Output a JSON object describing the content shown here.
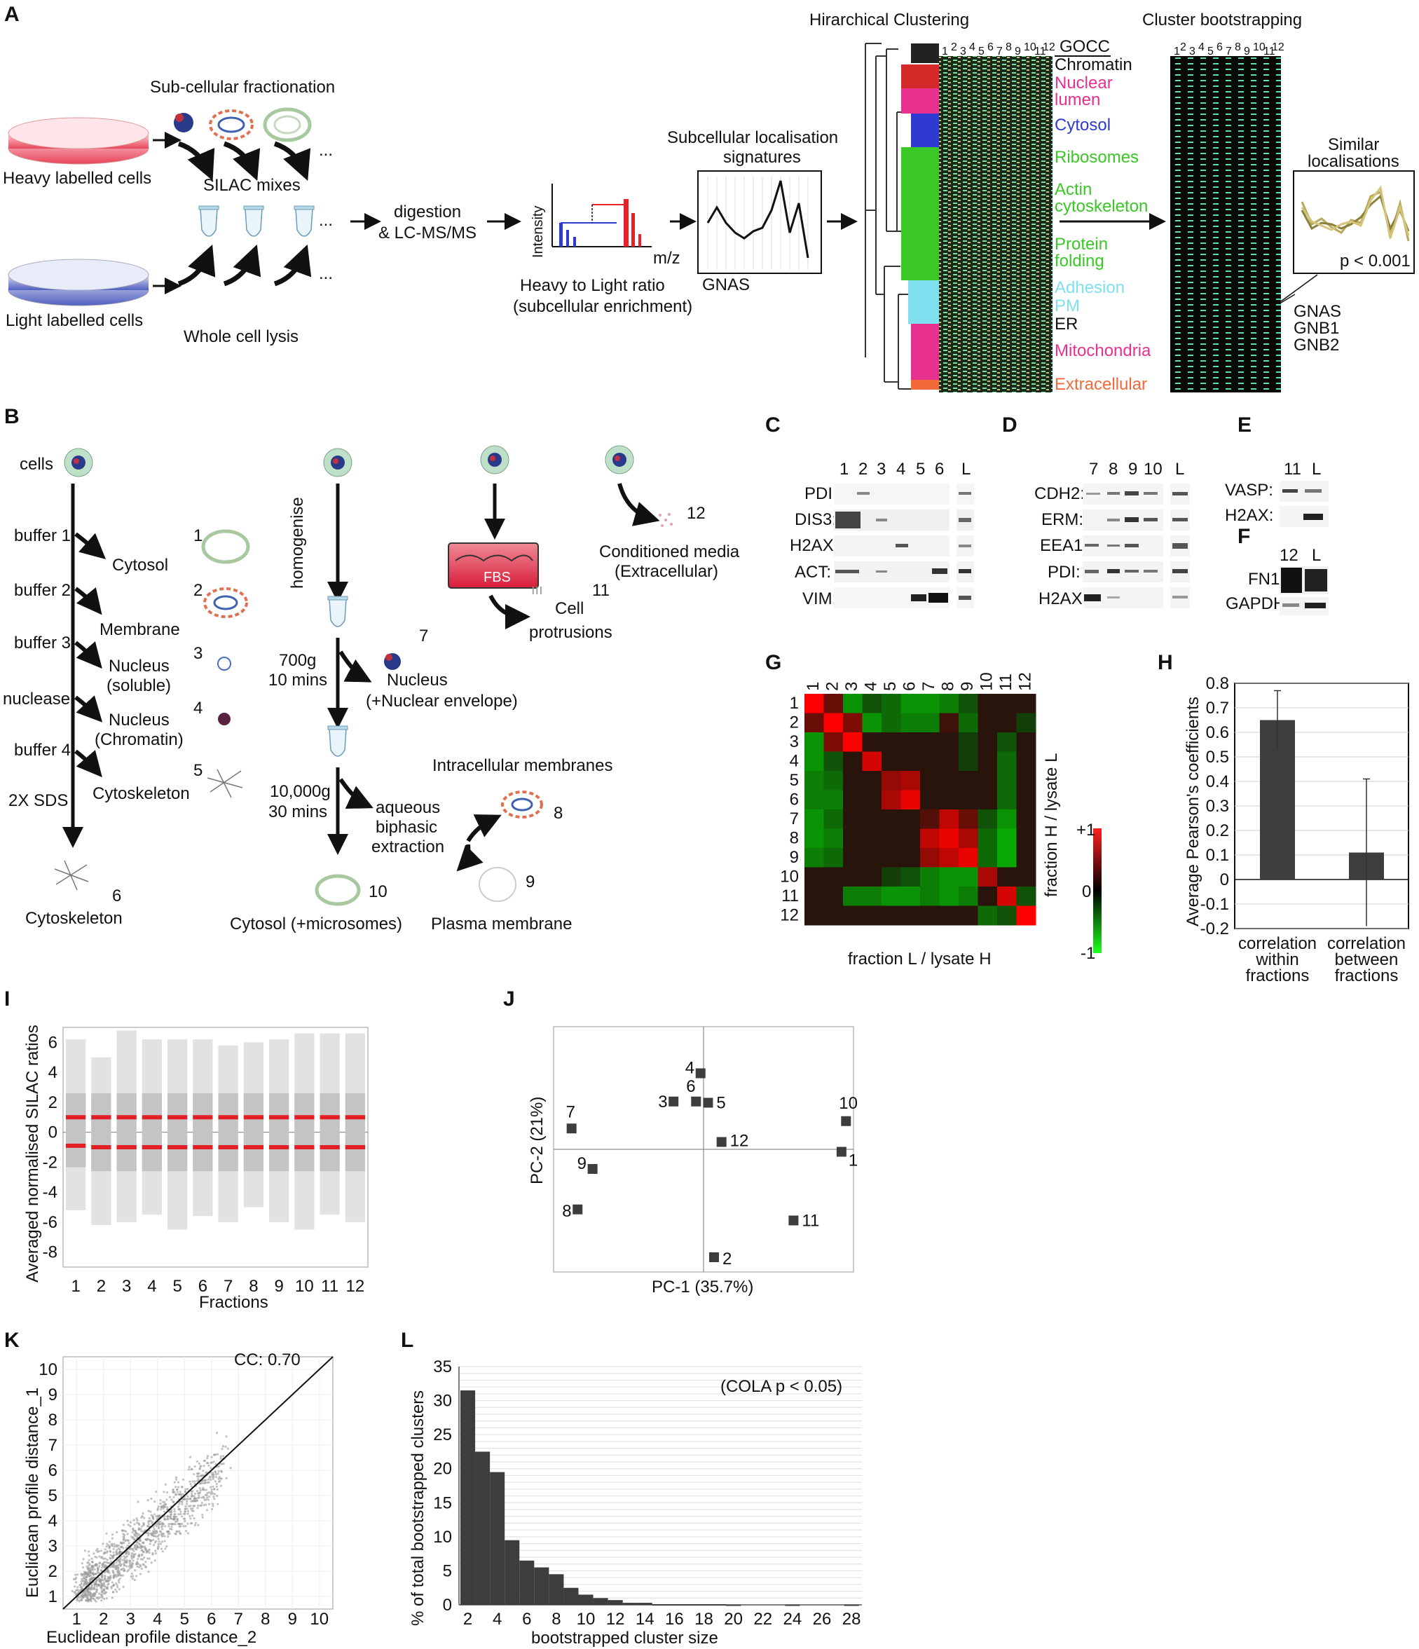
{
  "panel_letters": {
    "A": "A",
    "B": "B",
    "C": "C",
    "D": "D",
    "E": "E",
    "F": "F",
    "G": "G",
    "H": "H",
    "I": "I",
    "J": "J",
    "K": "K",
    "L": "L"
  },
  "panelA": {
    "heavy_cells": "Heavy labelled cells",
    "light_cells": "Light labelled cells",
    "subcellular": "Sub-cellular  fractionation",
    "silac_mixes": "SILAC mixes",
    "whole_cell_lysis": "Whole cell lysis",
    "digestion_1": "digestion",
    "digestion_2": "& LC-MS/MS",
    "intensity": "Intensity",
    "mz": "m/z",
    "ratio_1": "Heavy to Light ratio",
    "ratio_2": "(subcellular enrichment)",
    "signatures_1": "Subcellular localisation",
    "signatures_2": "signatures",
    "gnas": "GNAS",
    "hier_title": "Hirarchical Clustering",
    "boot_title": "Cluster bootstrapping",
    "gocc_title": "GOCC",
    "fraction_numbers": [
      "1",
      "2",
      "3",
      "4",
      "5",
      "6",
      "7",
      "8",
      "9",
      "10",
      "11",
      "12"
    ],
    "gocc_labels": [
      {
        "text": "Chromatin",
        "color": "#111111"
      },
      {
        "text": "Nuclear",
        "color": "#e8318f"
      },
      {
        "text": "lumen",
        "color": "#e8318f"
      },
      {
        "text": "Cytosol",
        "color": "#2f3bd0"
      },
      {
        "text": "Ribosomes",
        "color": "#39c825"
      },
      {
        "text": "Actin",
        "color": "#39c825"
      },
      {
        "text": "cytoskeleton",
        "color": "#39c825"
      },
      {
        "text": "Protein",
        "color": "#39c825"
      },
      {
        "text": "folding",
        "color": "#39c825"
      },
      {
        "text": "Adhesion",
        "color": "#7fe0f0"
      },
      {
        "text": "PM",
        "color": "#7fe0f0"
      },
      {
        "text": "ER",
        "color": "#111111"
      },
      {
        "text": "Mitochondria",
        "color": "#e8318f"
      },
      {
        "text": "Extracellular",
        "color": "#f26a3a"
      }
    ],
    "similar_1": "Similar",
    "similar_2": "localisations",
    "pvalue": "p < 0.001",
    "genes": [
      "GNAS",
      "GNB1",
      "GNB2"
    ]
  },
  "panelB": {
    "cells": "cells",
    "buffers": [
      "buffer 1",
      "buffer 2",
      "buffer 3",
      "nuclease",
      "buffer 4",
      "2X SDS"
    ],
    "left_fractions": [
      {
        "num": "1",
        "name": "Cytosol",
        "name2": ""
      },
      {
        "num": "2",
        "name": "Membrane",
        "name2": ""
      },
      {
        "num": "3",
        "name": "Nucleus",
        "name2": "(soluble)"
      },
      {
        "num": "4",
        "name": "Nucleus",
        "name2": "(Chromatin)"
      },
      {
        "num": "5",
        "name": "Cytoskeleton",
        "name2": ""
      }
    ],
    "bottom_left_num": "6",
    "bottom_left_name": "Cytoskeleton",
    "homogenise": "homogenise",
    "spin1_1": "700g",
    "spin1_2": "10 mins",
    "nucleus_num": "7",
    "nucleus_1": "Nucleus",
    "nucleus_2": "(+Nuclear envelope)",
    "spin2_1": "10,000g",
    "spin2_2": "30 mins",
    "aqueous_1": "aqueous",
    "aqueous_2": "biphasic",
    "aqueous_3": "extraction",
    "intracellular": "Intracellular membranes",
    "num8": "8",
    "num9": "9",
    "num10": "10",
    "cytosol_micro": "Cytosol (+microsomes)",
    "plasma": "Plasma membrane",
    "fbs": "FBS",
    "num11": "11",
    "protrusions_1": "Cell",
    "protrusions_2": "protrusions",
    "num12": "12",
    "conditioned_1": "Conditioned media",
    "conditioned_2": "(Extracellular)"
  },
  "panelC": {
    "lanes": [
      "1",
      "2",
      "3",
      "4",
      "5",
      "6",
      "L"
    ],
    "rows": [
      "PDI:",
      "DIS3:",
      "H2AX:",
      "ACT:",
      "VIM:"
    ]
  },
  "panelD": {
    "lanes": [
      "7",
      "8",
      "9",
      "10",
      "L"
    ],
    "rows": [
      "CDH2:",
      "ERM:",
      "EEA1:",
      "PDI:",
      "H2AX:"
    ]
  },
  "panelE": {
    "lanes": [
      "11",
      "L"
    ],
    "rows": [
      "VASP:",
      "H2AX:"
    ]
  },
  "panelF": {
    "lanes": [
      "12",
      "L"
    ],
    "rows": [
      "FN1:",
      "GAPDH:"
    ]
  },
  "panelG": {
    "labels": [
      "1",
      "2",
      "3",
      "4",
      "5",
      "6",
      "7",
      "8",
      "9",
      "10",
      "11",
      "12"
    ],
    "xlabel": "fraction L / lysate H",
    "ylabel": "fraction H / lysate L",
    "scale": [
      "+1",
      "0",
      "-1"
    ],
    "matrix": [
      [
        1.0,
        0.3,
        -0.5,
        -0.2,
        -0.3,
        -0.5,
        -0.5,
        -0.4,
        -0.2,
        0.0,
        0.0,
        0.0
      ],
      [
        0.3,
        1.0,
        0.4,
        -0.5,
        -0.3,
        -0.4,
        -0.4,
        0.1,
        -0.3,
        0.0,
        0.0,
        -0.1
      ],
      [
        -0.5,
        0.4,
        1.0,
        0.0,
        0.0,
        0.0,
        0.0,
        0.0,
        -0.1,
        0.0,
        -0.2,
        0.0
      ],
      [
        -0.5,
        -0.2,
        0.0,
        0.8,
        0.0,
        0.0,
        0.0,
        0.0,
        -0.1,
        0.0,
        -0.3,
        0.0
      ],
      [
        -0.4,
        -0.3,
        0.0,
        0.0,
        0.5,
        0.6,
        0.0,
        0.0,
        0.0,
        0.0,
        -0.3,
        0.0
      ],
      [
        -0.4,
        -0.4,
        0.0,
        0.0,
        0.6,
        0.9,
        0.0,
        0.0,
        0.0,
        0.0,
        -0.3,
        0.0
      ],
      [
        -0.5,
        -0.3,
        0.0,
        0.0,
        0.0,
        0.0,
        0.2,
        0.7,
        0.3,
        -0.2,
        -0.5,
        0.0
      ],
      [
        -0.5,
        -0.4,
        0.0,
        0.0,
        0.0,
        0.0,
        0.7,
        0.9,
        0.6,
        -0.3,
        -0.6,
        0.0
      ],
      [
        -0.4,
        -0.3,
        0.0,
        0.0,
        0.0,
        0.0,
        0.5,
        0.7,
        0.9,
        -0.3,
        -0.6,
        0.0
      ],
      [
        0.0,
        0.0,
        0.0,
        0.0,
        -0.1,
        -0.2,
        -0.4,
        -0.5,
        -0.5,
        0.6,
        0.0,
        0.0
      ],
      [
        0.0,
        0.0,
        -0.4,
        -0.4,
        -0.5,
        -0.5,
        -0.4,
        -0.5,
        -0.4,
        0.0,
        0.8,
        -0.2
      ],
      [
        0.0,
        0.0,
        0.0,
        0.0,
        0.0,
        0.0,
        0.0,
        0.0,
        0.0,
        -0.3,
        -0.2,
        1.0
      ]
    ]
  },
  "chart_data": [
    {
      "id": "H",
      "type": "bar",
      "categories": [
        "correlation within fractions",
        "correlation between fractions"
      ],
      "category_lines": [
        [
          "correlation",
          "within",
          "fractions"
        ],
        [
          "correlation",
          "between",
          "fractions"
        ]
      ],
      "values": [
        0.65,
        0.11
      ],
      "errors": [
        0.12,
        0.3
      ],
      "ylabel": "Average Pearson's coefficients",
      "ylim": [
        -0.2,
        0.8
      ],
      "yticks": [
        "0.8",
        "0.7",
        "0.6",
        "0.5",
        "0.4",
        "0.3",
        "0.2",
        "0.1",
        "0",
        "-0.1",
        "-0.2"
      ],
      "color": "#3d3d3d"
    },
    {
      "id": "I",
      "type": "area",
      "categories": [
        "1",
        "2",
        "3",
        "4",
        "5",
        "6",
        "7",
        "8",
        "9",
        "10",
        "11",
        "12"
      ],
      "upper": [
        6.2,
        5.0,
        6.8,
        6.2,
        6.2,
        6.2,
        5.8,
        6.0,
        6.2,
        6.6,
        6.6,
        6.6
      ],
      "lower": [
        -5.2,
        -6.2,
        -6.0,
        -5.5,
        -6.5,
        -5.6,
        -6.0,
        -5.0,
        -6.0,
        -6.5,
        -5.5,
        -6.0
      ],
      "q_upper": [
        1.0,
        1.0,
        1.0,
        1.0,
        1.0,
        1.0,
        1.0,
        1.0,
        1.0,
        1.0,
        1.0,
        1.0
      ],
      "q_lower": [
        -0.9,
        -1.0,
        -1.0,
        -1.0,
        -1.0,
        -1.0,
        -1.0,
        -1.0,
        -1.0,
        -1.0,
        -1.0,
        -1.0
      ],
      "xlabel": "Fractions",
      "ylabel": "Averaged normalised SILAC ratios",
      "ylim": [
        -9,
        7
      ],
      "yticks": [
        "6",
        "4",
        "2",
        "0",
        "-2",
        "-4",
        "-6",
        "-8"
      ]
    },
    {
      "id": "J",
      "type": "scatter",
      "xlabel": "PC-1 (35.7%)",
      "ylabel": "PC-2 (21%)",
      "xlim": [
        -1.0,
        1.0
      ],
      "ylim": [
        -1.0,
        1.0
      ],
      "points": [
        {
          "label": "1",
          "x": 0.92,
          "y": -0.02
        },
        {
          "label": "2",
          "x": 0.07,
          "y": -0.88
        },
        {
          "label": "3",
          "x": -0.2,
          "y": 0.39
        },
        {
          "label": "4",
          "x": -0.02,
          "y": 0.62
        },
        {
          "label": "5",
          "x": 0.03,
          "y": 0.38
        },
        {
          "label": "6",
          "x": -0.05,
          "y": 0.39
        },
        {
          "label": "7",
          "x": -0.88,
          "y": 0.17
        },
        {
          "label": "8",
          "x": -0.84,
          "y": -0.49
        },
        {
          "label": "9",
          "x": -0.74,
          "y": -0.16
        },
        {
          "label": "10",
          "x": 0.95,
          "y": 0.23
        },
        {
          "label": "11",
          "x": 0.6,
          "y": -0.58
        },
        {
          "label": "12",
          "x": 0.12,
          "y": 0.06
        }
      ]
    },
    {
      "id": "K",
      "type": "scatter",
      "xlabel": "Euclidean profile distance_2",
      "ylabel": "Euclidean profile distance_1",
      "annotation": "CC: 0.70",
      "xlim": [
        0.5,
        10.5
      ],
      "ylim": [
        0.5,
        10.5
      ],
      "xticks": [
        "1",
        "2",
        "3",
        "4",
        "5",
        "6",
        "7",
        "8",
        "9",
        "10"
      ],
      "yticks": [
        "1",
        "2",
        "3",
        "4",
        "5",
        "6",
        "7",
        "8",
        "9",
        "10"
      ]
    },
    {
      "id": "L",
      "type": "bar",
      "categories": [
        "2",
        "3",
        "4",
        "5",
        "6",
        "7",
        "8",
        "9",
        "10",
        "11",
        "12",
        "13",
        "14",
        "15",
        "16",
        "17",
        "18",
        "19",
        "20",
        "21",
        "22",
        "23",
        "24",
        "25",
        "26",
        "27",
        "28"
      ],
      "values": [
        31.5,
        22.5,
        19.5,
        9.5,
        6.5,
        5.5,
        4.5,
        2.5,
        1.5,
        1.0,
        0.7,
        0.3,
        0.3,
        0.1,
        0.1,
        0.1,
        0.1,
        0.1,
        0.05,
        0.0,
        0.0,
        0.0,
        0.05,
        0.0,
        0.0,
        0.0,
        0.05
      ],
      "xticks": [
        "2",
        "4",
        "6",
        "8",
        "10",
        "12",
        "14",
        "16",
        "18",
        "20",
        "22",
        "24",
        "26",
        "28"
      ],
      "yticks": [
        "35",
        "30",
        "25",
        "20",
        "15",
        "10",
        "5",
        "0"
      ],
      "xlabel": "bootstrapped cluster size",
      "ylabel": "% of total bootstrapped clusters",
      "annotation": "(COLA  p < 0.05)",
      "ylim": [
        0,
        35
      ],
      "color": "#3d3d3d"
    }
  ]
}
